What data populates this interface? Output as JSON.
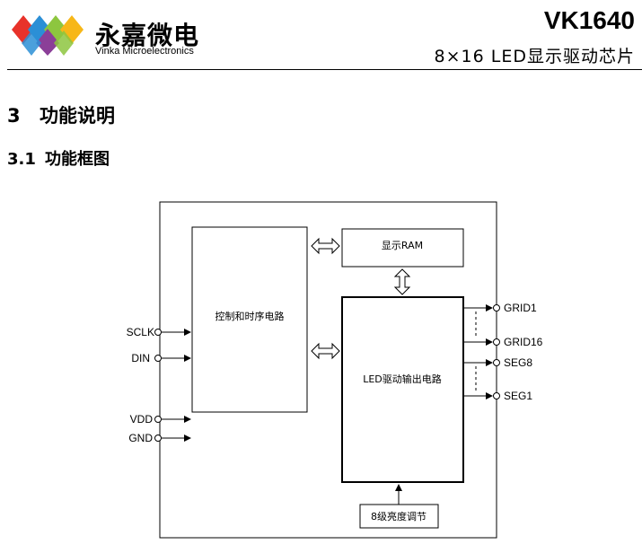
{
  "header": {
    "logo_cn": "永嘉微电",
    "logo_en": "Vinka Microelectronics",
    "title": "VK1640",
    "subtitle": "8×16  LED显示驱动芯片",
    "logo_colors": [
      "#e8322a",
      "#2b8fd6",
      "#8dc63f",
      "#f7b718",
      "#8b3f98"
    ]
  },
  "section": {
    "num": "3",
    "title": "功能说明"
  },
  "subsection": {
    "num": "3.1",
    "title": "功能框图"
  },
  "diagram": {
    "ram_label": "显示RAM",
    "control_label": "控制和时序电路",
    "driver_label": "LED驱动输出电路",
    "brightness_label": "8级亮度调节",
    "pins_left": [
      "SCLK",
      "DIN",
      "VDD",
      "GND"
    ],
    "pins_right": [
      "GRID1",
      "GRID16",
      "SEG8",
      "SEG1"
    ]
  }
}
